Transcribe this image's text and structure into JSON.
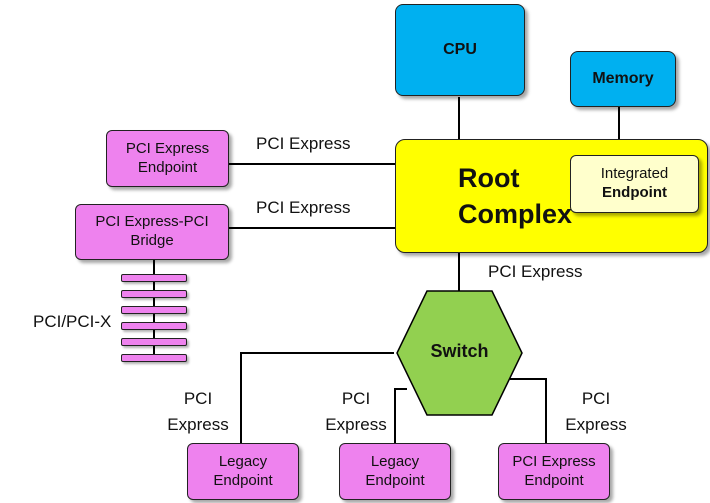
{
  "colors": {
    "cpu_memory_fill": "#00b0f0",
    "root_complex_fill": "#ffff00",
    "integrated_endpoint_fill": "#ffffcc",
    "endpoint_fill": "#ee82ee",
    "switch_fill": "#92d050",
    "line": "#000000"
  },
  "cpu": {
    "label": "CPU"
  },
  "memory": {
    "label": "Memory"
  },
  "root_complex": {
    "line1": "Root",
    "line2": "Complex"
  },
  "integrated_endpoint": {
    "line1": "Integrated",
    "line2": "Endpoint"
  },
  "pcie_endpoint_top": {
    "line1": "PCI Express",
    "line2": "Endpoint"
  },
  "bridge": {
    "line1": "PCI Express-PCI",
    "line2": "Bridge"
  },
  "pci_bus": {
    "label": "PCI/PCI-X",
    "slot_count": 6
  },
  "switch": {
    "label": "Switch"
  },
  "links": {
    "endpoint_to_root": "PCI Express",
    "bridge_to_root": "PCI Express",
    "root_to_switch": "PCI Express",
    "switch_left": {
      "line1": "PCI",
      "line2": "Express"
    },
    "switch_middle": {
      "line1": "PCI",
      "line2": "Express"
    },
    "switch_right": {
      "line1": "PCI",
      "line2": "Express"
    }
  },
  "legacy_endpoint_1": {
    "line1": "Legacy",
    "line2": "Endpoint"
  },
  "legacy_endpoint_2": {
    "line1": "Legacy",
    "line2": "Endpoint"
  },
  "pcie_endpoint_bottom": {
    "line1": "PCI Express",
    "line2": "Endpoint"
  }
}
